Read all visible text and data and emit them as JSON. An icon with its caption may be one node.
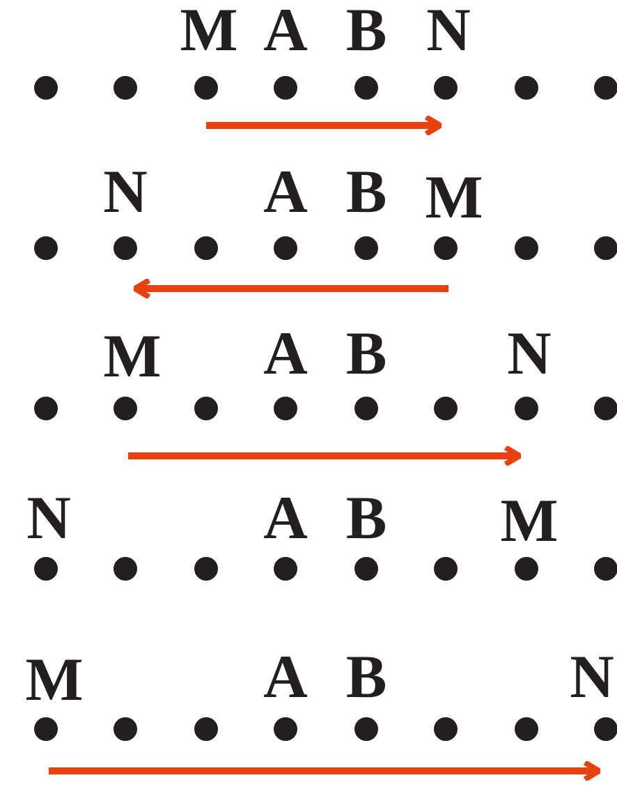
{
  "diagram": {
    "labels": [
      "M",
      "A",
      "B",
      "N",
      "N",
      "A",
      "B",
      "M",
      "M",
      "A",
      "B",
      "N",
      "N",
      "A",
      "B",
      "M",
      "M",
      "A",
      "B",
      "N"
    ]
  }
}
